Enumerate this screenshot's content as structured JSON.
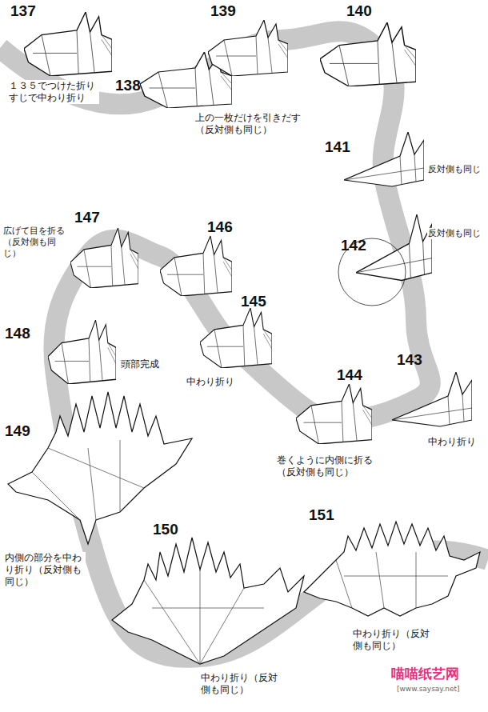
{
  "diagram": {
    "labels": [
      "137",
      "１３５でつけた折りすじで中わり折り",
      "138",
      "上の一枚だけを引きだす（反対側も同じ）",
      "139",
      "140",
      "141",
      "反対側も同じ",
      "142",
      "反対側も同じ",
      "143",
      "中わり折り",
      "144",
      "巻くように内側に折る（反対側も同じ）",
      "145",
      "中わり折り",
      "146",
      "147",
      "広げて目を折る（反対側も同じ）",
      "148",
      "頭部完成",
      "149",
      "内側の部分を中わり折り（反対側も同じ）",
      "150",
      "中わり折り（反対側も同じ）",
      "151",
      "中わり折り（反対側も同じ）",
      "喵喵纸艺网",
      "[www.saysay.net]"
    ]
  }
}
